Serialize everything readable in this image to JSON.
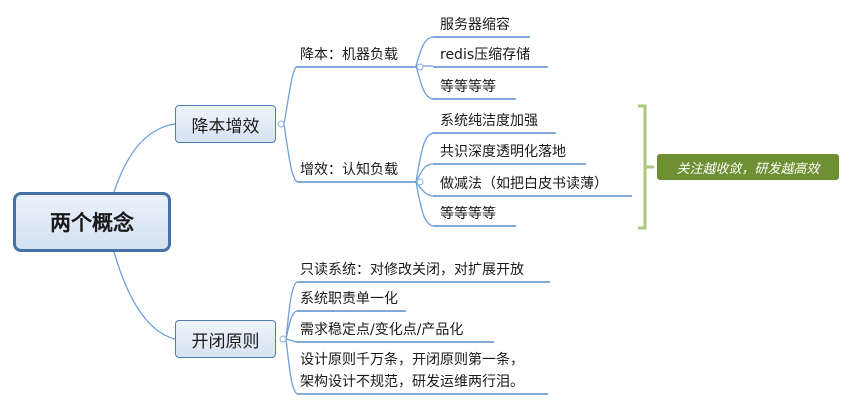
{
  "root": {
    "label": "两个概念"
  },
  "branch_cost": {
    "label": "降本增效",
    "sub_machine": {
      "label": "降本：机器负载",
      "items": [
        "服务器缩容",
        "redis压缩存储",
        "等等等等"
      ]
    },
    "sub_cognitive": {
      "label": "增效：认知负载",
      "items": [
        "系统纯洁度加强",
        "共识深度透明化落地",
        "做减法（如把白皮书读薄）",
        "等等等等"
      ]
    },
    "summary": "关注越收敛，研发越高效"
  },
  "branch_ocp": {
    "label": "开闭原则",
    "items": [
      {
        "line1": "只读系统：对修改关闭，对扩展开放"
      },
      {
        "line1": "系统职责单一化"
      },
      {
        "line1": "需求稳定点/变化点/产品化"
      },
      {
        "line1": "设计原则千万条，开闭原则第一条，",
        "line2": "架构设计不规范，研发运维两行泪。"
      }
    ]
  },
  "colors": {
    "connector": "#6f9fd8",
    "underline": "#5b8ccb",
    "bracket": "#a9c97a",
    "note_bg": "#6e8f32"
  }
}
